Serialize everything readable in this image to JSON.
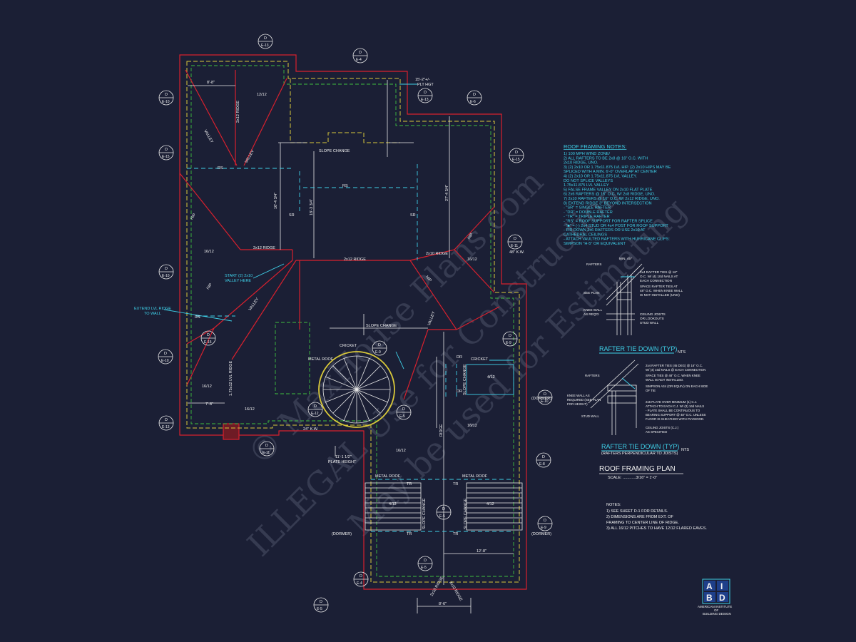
{
  "notes_title": "ROOF FRAMING NOTES:",
  "notes": [
    "1) 100 MPH WIND ZONE/",
    "2) ALL RAFTERS TO BE 2x8 @ 16\" O.C. WITH",
    "   2x10 RIDGE, UNO.",
    "3) (2) 2x10 OR 1.75x11.875 LVL HIP. (2) 2x10 HIPS MAY BE",
    "   SPLICED WITH A MIN. 6'-0\" OVERLAP AT CENTER",
    "4) (2) 2x10 OR 1.75x11.875 LVL VALLEY.",
    "   DO NOT SPLICE VALLEYS",
    "   1.75x11.875 LVL VALLEY",
    "5) FALSE FRAME VALLEY ON 2x10 FLAT PLATE",
    "6) 2x6 RAFTERS @ 16\" O.C. W/ 2x8 RIDGE, UNO.",
    "7) 2x10 RAFTERS @ 16\" O.C. W/ 2x12 RIDGE, UNO.",
    "8) EXTEND RIDGE 3\" BEYOND INTERSECTION",
    "- \"SR\" = SINGLE RAFTER",
    "- \"DR\" = DOUBLE RAFTER",
    "- \"TR\" = TRIPLE RAFTER",
    "- \"RS\" = ROOF SUPPORT FOR RAFTER SPLICE",
    "- \"■\" = (-) 2x4 STUD OR 4x4 POST FOR ROOF SUPPORT",
    "- FIR DOWN 2x6 RAFTERS OR USE 2x10 AT",
    "  CATHEDRAL CEILINGS",
    "- ATTACH VAULTED RAFTERS WITH HURRICANE CLIPS:",
    "  SIMPSON \"H-5\" OR EQUIVALENT"
  ],
  "detail1": {
    "title": "RAFTER TIE DOWN (TYP)",
    "nts": "NTS",
    "labels": [
      "RAFTERS",
      "MIN. 45º",
      "2x4 RAFTER TIES @ 16\"",
      "O.C. W/ (4) 10d NAILS AT",
      "EACH CONNECTION",
      "SPACE RAFTER TIES AT",
      "48\" O.C. WHEN KNEE WALL",
      "IS NOT INSTALLED (UNO)",
      "SEE PLAN",
      "KNEE WALL",
      "AS REQ'D",
      "CEILING JOISTS",
      "OR LOOKOUTS",
      "STUD WALL"
    ]
  },
  "detail2": {
    "title": "RAFTER TIE DOWN (TYP)",
    "subtitle": "(RAFTERS PERPENDICULAR TO JOISTS)",
    "nts": "NTS",
    "labels": [
      "2x4 RAFTER TIES (45 DEG) @ 16\" O.C.",
      "W/ (4) 10d NAILS @ EACH CONNECTION",
      "RAFTERS",
      "SPACE TIES @ 48\" O.C. WHEN KNEE",
      "WALL IS NOT INSTALLED.",
      "SIMPSON A34 (OR EQUIV) ON EACH SIDE",
      "OF TIE",
      "KNEE WALL AS",
      "REQUIRED (SEE PLAN",
      "FOR HEIGHT)",
      "2x6 PLATE OVER MINIMUM (1) C.J.",
      "ATTACH TO EACH C.J. W/ (3) 16d NAILS",
      "- PLATE SHALL BE CONTINUOUS TO",
      "BEARING SUPPORT @ 48\" O.C. UNLESS",
      "FLOOR IS SHEATHED WITH PLYWOOD.",
      "STUD WALL",
      "CEILING JOISTS (C.J.)",
      "AS SPECIFIED"
    ]
  },
  "plan_title": "ROOF FRAMING PLAN",
  "plan_scale": "SCALE: ............3/16\" = 1'-0\"",
  "bottom_notes_title": "NOTES:",
  "bottom_notes": [
    "1)  SEE SHEET D-1 FOR DETAILS.",
    "2)  DIMENSIONS ARE FROM EXT. OF",
    "     FRAMING TO CENTER LINE OF RIDGE.",
    "3)  ALL 16/12 PITCHES TO HAVE 12/12 FLARED EAVES."
  ],
  "logo": {
    "letters": [
      "A",
      "I",
      "B",
      "D"
    ],
    "line1": "AMERICAN INSTITUTE",
    "line2": "OF",
    "line3": "BUILDING DESIGN"
  },
  "plan_labels": {
    "plt_hgt_1": "15'-2\"+/-",
    "plt_hgt_2": "PLT HGT",
    "dim_8_8": "8'-8\"",
    "dim_16_4": "16'-4 3/4\"",
    "dim_18_3": "18'-3 3/4\"",
    "dim_27_4": "27'-4 3/4\"",
    "dim_7_8": "7'-8\"",
    "dim_12_8": "12'-8\"",
    "dim_8_6": "8'-6\"",
    "slope_change": "SLOPE CHANGE",
    "ridge_2x12": "2x12 RIDGE",
    "ridge_2x10": "2x10 RIDGE",
    "valley": "VALLEY",
    "hip": "HIP",
    "rs": "RS",
    "sr": "SR",
    "dr": "DR",
    "tr": "TR",
    "start_valley": [
      "START (2) 2x10",
      "VALLEY HERE"
    ],
    "extend_lvl": [
      "EXTEND LVL RIDGE",
      "TO WALL"
    ],
    "lvl_ridge": "1.75x12 LVL RIDGE",
    "cricket": "CRICKET",
    "metal_roof": "METAL ROOF",
    "ridge": "RIDGE",
    "dormer": "(DORMER)",
    "kw_48": "48\" K.W.",
    "kw_24": "24\" K.W.",
    "plate_height": [
      "11'-1 1/2\"",
      "PLATE HEIGHT"
    ],
    "pitch_12": "12/12",
    "pitch_16": "16/12",
    "pitch_4": "4/12"
  },
  "section_tags": [
    {
      "top": "D",
      "bottom": "E-13"
    },
    {
      "top": "D",
      "bottom": "E-4"
    },
    {
      "top": "D",
      "bottom": "E-13"
    },
    {
      "top": "D",
      "bottom": "E-6"
    },
    {
      "top": "D",
      "bottom": "E-10"
    },
    {
      "top": "D",
      "bottom": "E-15"
    },
    {
      "top": "D",
      "bottom": "E-15"
    },
    {
      "top": "D",
      "bottom": "E-11"
    },
    {
      "top": "D",
      "bottom": "E-10"
    },
    {
      "top": "D",
      "bottom": "E-15"
    },
    {
      "top": "D",
      "bottom": "E-10"
    },
    {
      "top": "D",
      "bottom": "E-9"
    },
    {
      "top": "D",
      "bottom": "E-10"
    },
    {
      "top": "D",
      "bottom": "E-13"
    },
    {
      "top": "D",
      "bottom": "E-11"
    },
    {
      "top": "D",
      "bottom": "E-12"
    },
    {
      "top": "D",
      "bottom": "E-9"
    },
    {
      "top": "D",
      "bottom": "E-5"
    },
    {
      "top": "D",
      "bottom": "E-8"
    },
    {
      "top": "D",
      "bottom": "E-9"
    },
    {
      "top": "D",
      "bottom": "E-5"
    },
    {
      "top": "D",
      "bottom": "E-5"
    },
    {
      "top": "D",
      "bottom": "E-5"
    },
    {
      "top": "D",
      "bottom": "E-4"
    }
  ],
  "watermark": [
    "© MaxHouse Plans.com",
    "ILLEGAL Use for Construction",
    "May be used for Estimating"
  ],
  "colors": {
    "background": "#1b1f35",
    "walls": "#d8202e",
    "eaves": "#d8c83a",
    "lines": "#e8e8e8",
    "annotations": "#3fd0e8"
  }
}
